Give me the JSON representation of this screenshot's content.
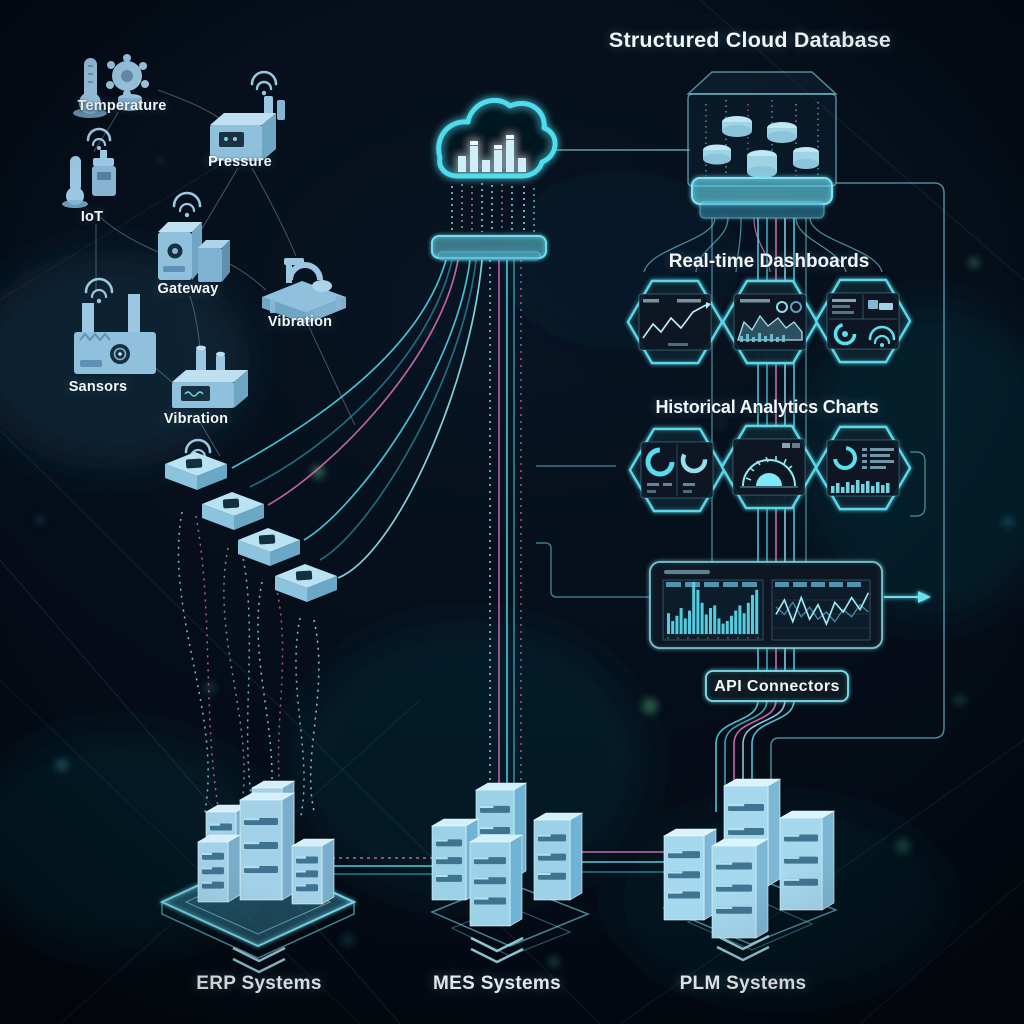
{
  "meta": {
    "background": "#050d18",
    "accent_cyan": "#4fd8ea",
    "icon_blue": "#9cc7e2",
    "stream_pink": "#e070b8",
    "text_color": "#f2f7fb"
  },
  "sensor_network": {
    "nodes": [
      {
        "id": "temperature",
        "label": "Temperature",
        "icon": "thermometer-gear-icon"
      },
      {
        "id": "pressure",
        "label": "Pressure",
        "icon": "pressure-device-icon"
      },
      {
        "id": "iot",
        "label": "IoT",
        "icon": "thermometer-valve-icon"
      },
      {
        "id": "gateway",
        "label": "Gateway",
        "icon": "gateway-device-icon"
      },
      {
        "id": "vibration-right",
        "label": "Vibration",
        "icon": "machine-icon"
      },
      {
        "id": "sensors",
        "label": "Sansors",
        "icon": "factory-sensor-icon"
      },
      {
        "id": "vibration-bottom",
        "label": "Vibration",
        "icon": "vibration-device-icon"
      }
    ]
  },
  "cloud": {
    "icon": "cloud-bar-chart-icon"
  },
  "database": {
    "title": "Structured Cloud Database"
  },
  "dashboards": {
    "title": "Real-time Dashboards",
    "panels": [
      "line-chart",
      "area-chart",
      "status-widgets"
    ]
  },
  "analytics": {
    "title": "Historical Analytics Charts",
    "panels": [
      "donut-charts",
      "gauge",
      "report-widgets"
    ]
  },
  "flow_panel": {
    "charts": [
      "bar-chart",
      "line-chart"
    ],
    "bar_values": [
      16,
      10,
      14,
      20,
      12,
      18,
      40,
      34,
      24,
      15,
      20,
      22,
      12,
      8,
      10,
      14,
      18,
      22,
      16,
      24,
      30,
      34
    ],
    "line_a": [
      0.55,
      0.25,
      0.7,
      0.2,
      0.65,
      0.35,
      0.75,
      0.3,
      0.5,
      0.2,
      0.45,
      0.1
    ],
    "line_b": [
      0.4,
      0.55,
      0.3,
      0.6,
      0.4,
      0.65,
      0.5,
      0.7,
      0.45,
      0.6,
      0.35,
      0.5
    ]
  },
  "api": {
    "label": "API Connectors"
  },
  "systems": [
    {
      "id": "erp",
      "label": "ERP Systems"
    },
    {
      "id": "mes",
      "label": "MES Systems"
    },
    {
      "id": "plm",
      "label": "PLM Systems"
    }
  ]
}
